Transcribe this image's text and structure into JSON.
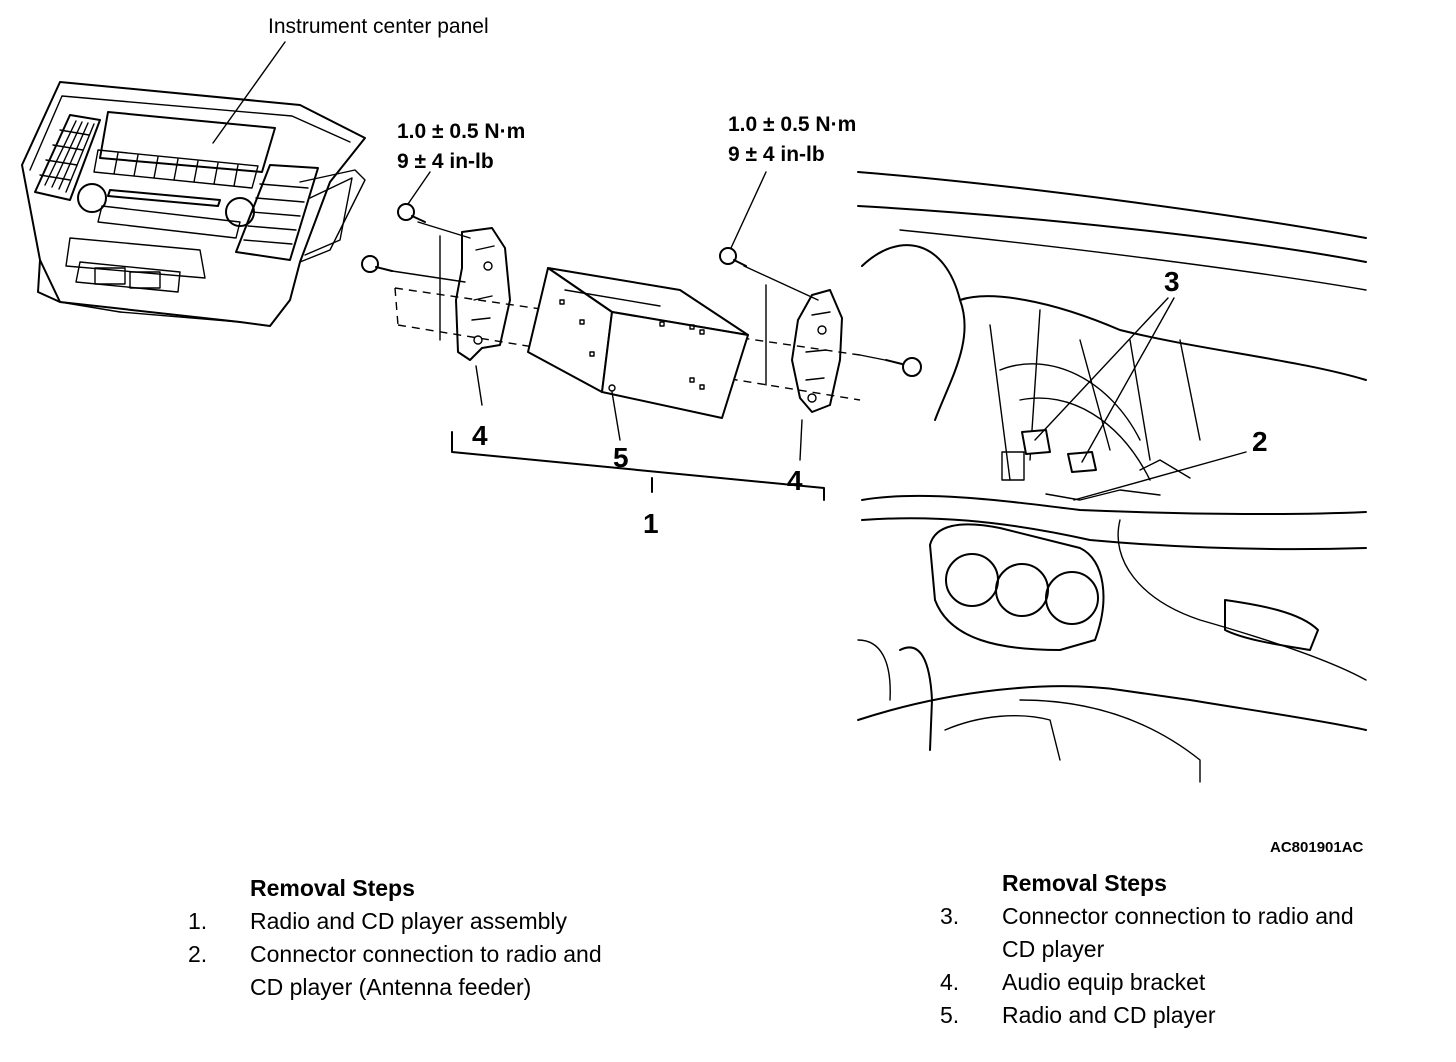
{
  "diagram": {
    "panel_label": "Instrument center panel",
    "torque_left": {
      "line1": "1.0 ± 0.5 N·m",
      "line2": "9 ± 4 in-lb"
    },
    "torque_right": {
      "line1": "1.0 ± 0.5 N·m",
      "line2": "9 ± 4 in-lb"
    },
    "callouts": {
      "c1": "1",
      "c2": "2",
      "c3": "3",
      "c4_left": "4",
      "c4_right": "4",
      "c5": "5"
    },
    "figure_code": "AC801901AC"
  },
  "removal_left": {
    "heading": "Removal Steps",
    "steps": [
      {
        "num": "1.",
        "line1": "Radio and CD player assembly",
        "line2": ""
      },
      {
        "num": "2.",
        "line1": "Connector connection to radio and",
        "line2": "CD player (Antenna feeder)"
      }
    ]
  },
  "removal_right": {
    "heading": "Removal Steps",
    "steps": [
      {
        "num": "3.",
        "line1": "Connector connection to radio and",
        "line2": "CD player"
      },
      {
        "num": "4.",
        "line1": "Audio equip bracket",
        "line2": ""
      },
      {
        "num": "5.",
        "line1": "Radio and CD player",
        "line2": ""
      }
    ]
  }
}
